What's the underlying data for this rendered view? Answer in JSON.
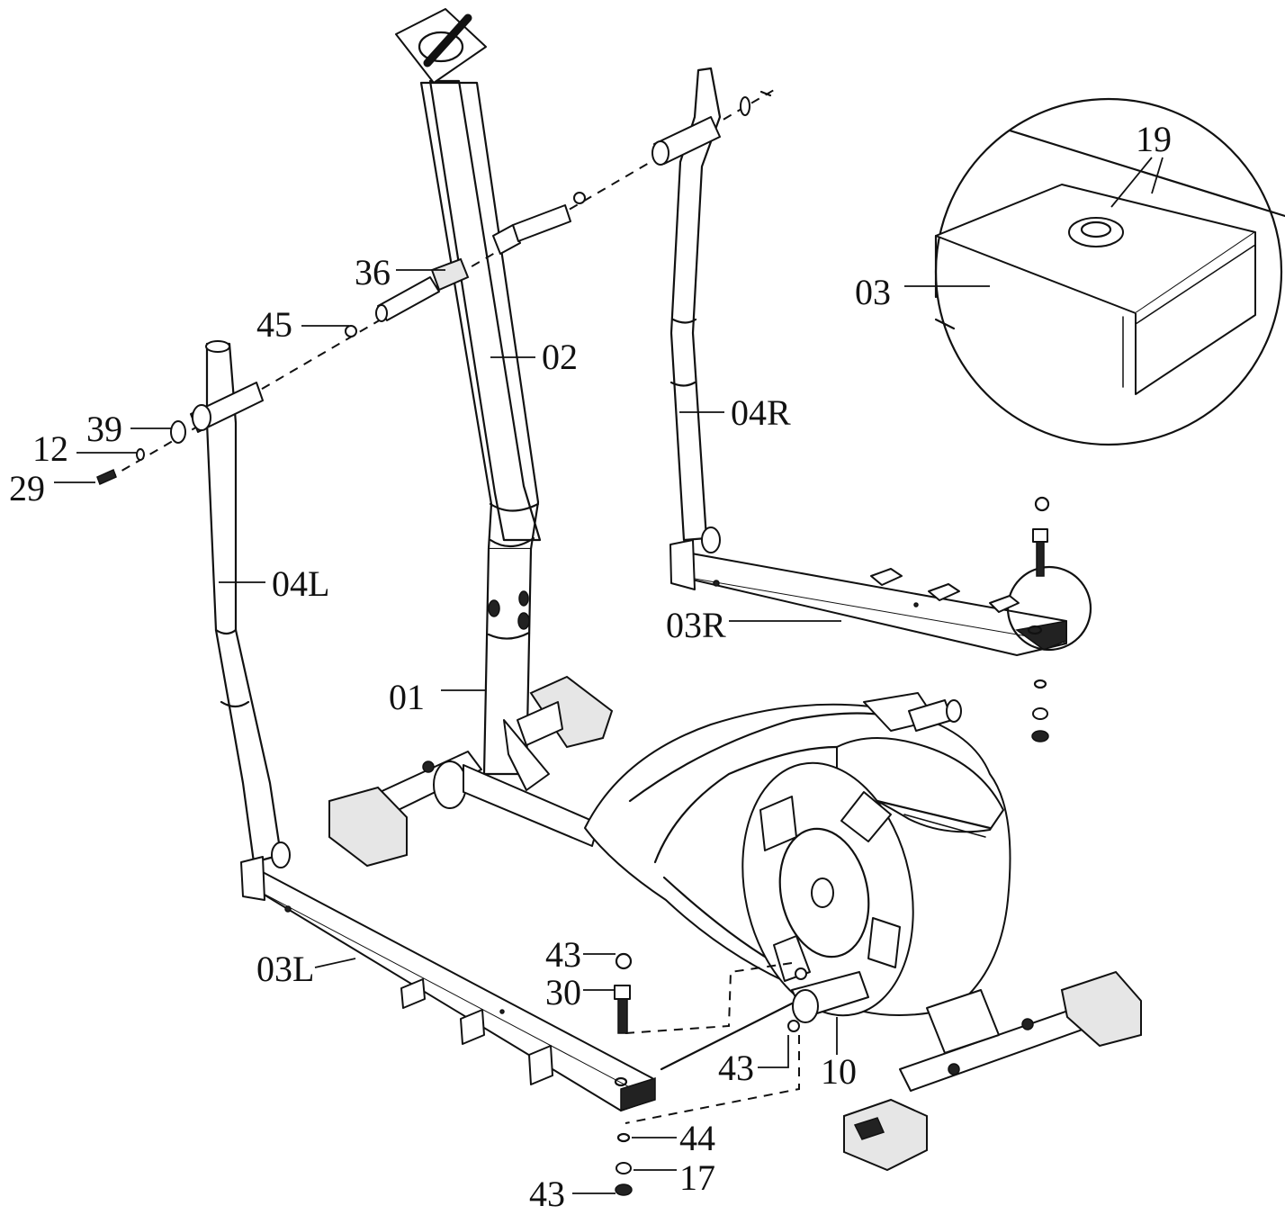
{
  "diagram": {
    "labels": {
      "p19": "19",
      "p03": "03",
      "p36": "36",
      "p45": "45",
      "p02": "02",
      "p04R": "04R",
      "p39": "39",
      "p12": "12",
      "p29": "29",
      "p04L": "04L",
      "p03R": "03R",
      "p01": "01",
      "p03L": "03L",
      "p43a": "43",
      "p30": "30",
      "p43b": "43",
      "p10": "10",
      "p44": "44",
      "p17": "17",
      "p43c": "43"
    }
  }
}
